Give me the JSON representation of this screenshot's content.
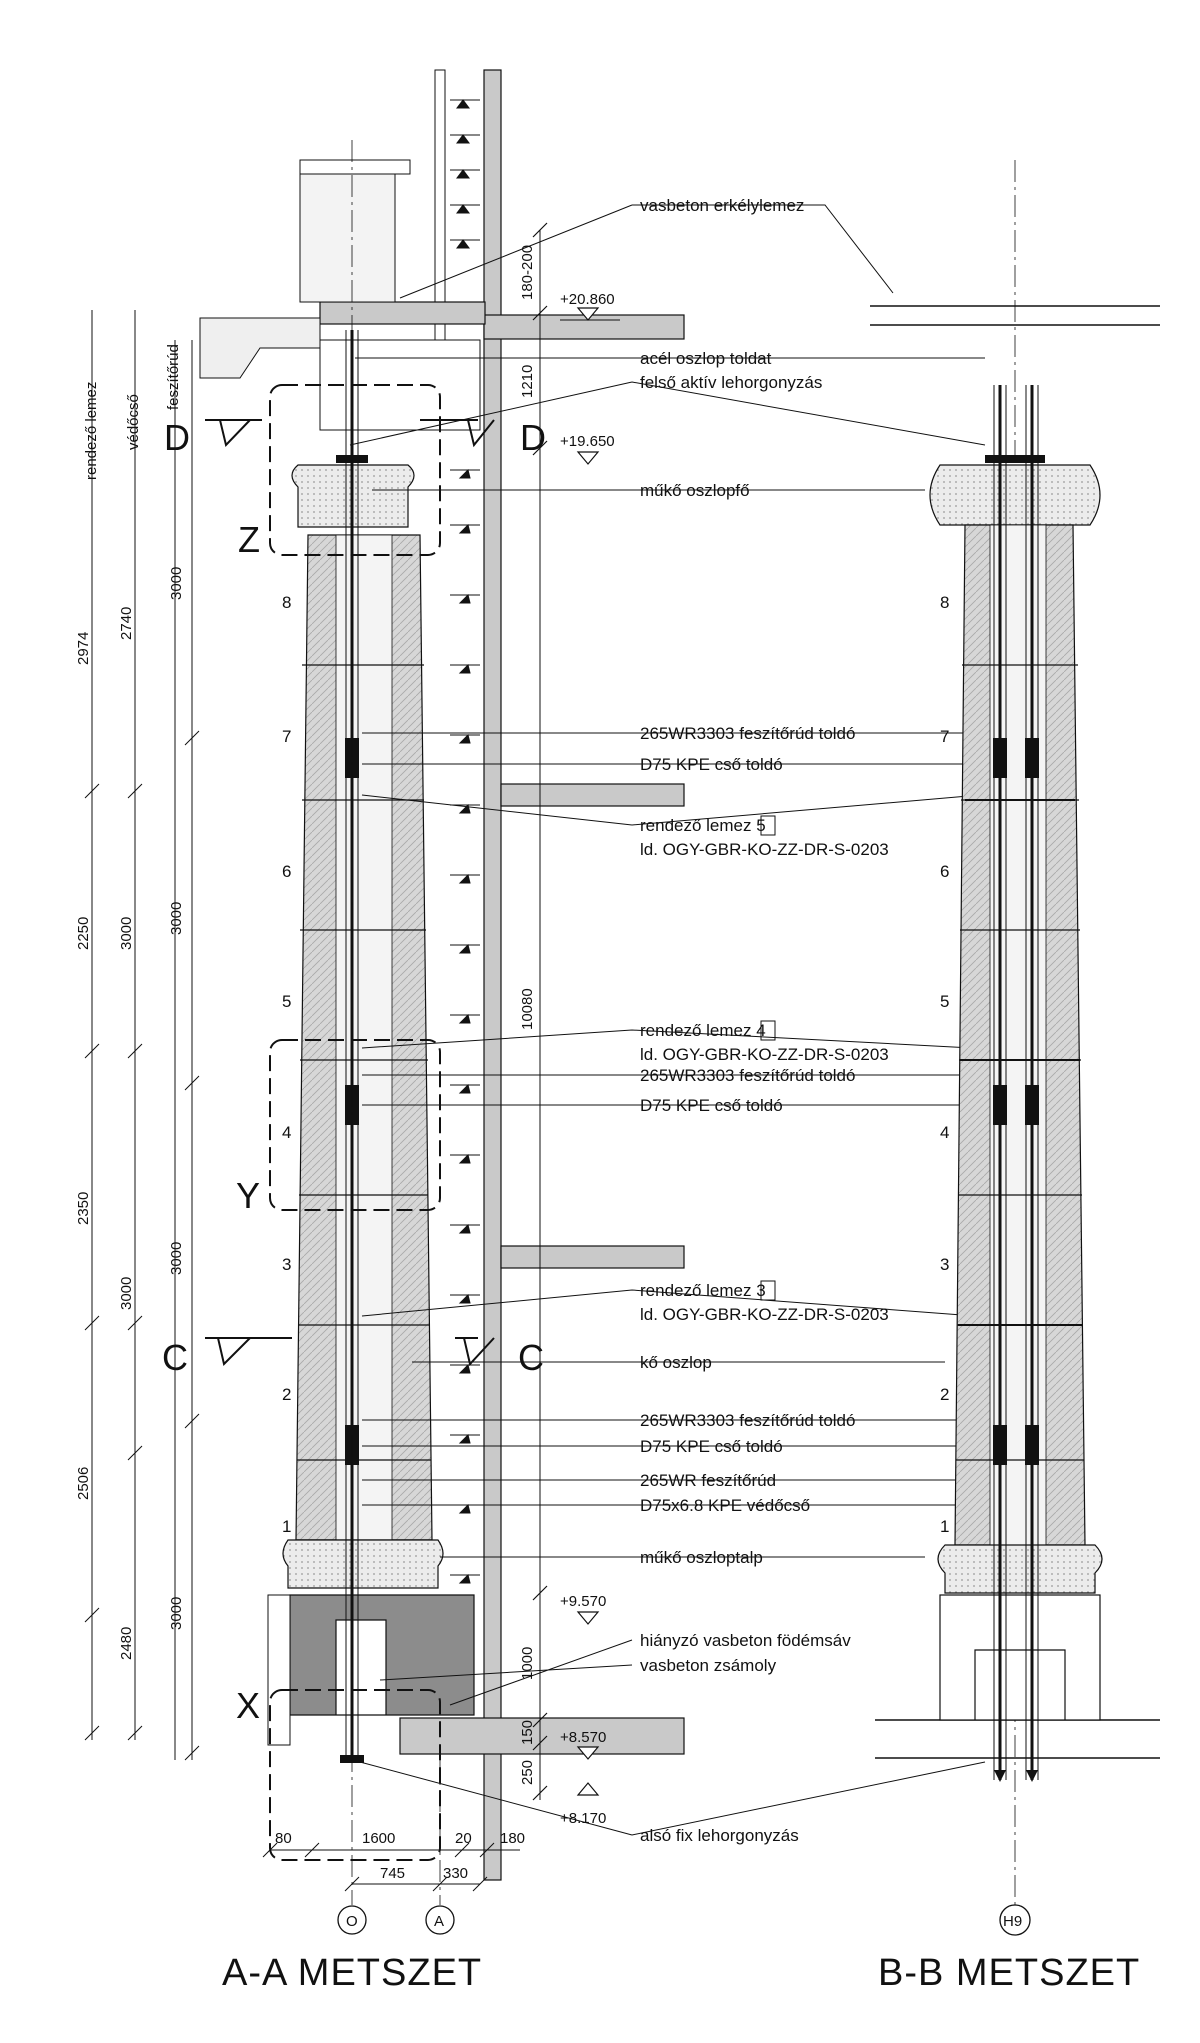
{
  "colors": {
    "line": "#111111",
    "wall": "#c9c9c9",
    "concrete": "#8c8c8c",
    "stone": "#d9d9d9"
  },
  "titles": {
    "aa": "A-A METSZET",
    "bb": "B-B METSZET"
  },
  "axes": {
    "o": "O",
    "a": "A",
    "h9": "H9"
  },
  "levels": {
    "l1": "+20.860",
    "l2": "+19.650",
    "l3": "+9.570",
    "l4": "+8.570",
    "l5": "+8.170"
  },
  "sections": {
    "d": "D",
    "c": "C"
  },
  "details": {
    "z": "Z",
    "y": "Y",
    "x": "X"
  },
  "labels": {
    "erkely": "vasbeton erkélylemez",
    "toldat": "acél oszlop toldat",
    "felso": "felső aktív lehorgonyzás",
    "oszlopfo": "műkő oszlopfő",
    "wr_toldo_1": "265WR3303 feszítőrúd toldó",
    "kpe_toldo_1": "D75 KPE cső toldó",
    "lemez5": "rendező lemez",
    "lemez5_no": "5",
    "lemez5_ref": "ld.  OGY-GBR-KO-ZZ-DR-S-0203",
    "lemez4": "rendező lemez",
    "lemez4_no": "4",
    "lemez4_ref": "ld.  OGY-GBR-KO-ZZ-DR-S-0203",
    "wr_toldo_2": "265WR3303 feszítőrúd toldó",
    "kpe_toldo_2": "D75 KPE cső toldó",
    "lemez3": "rendező lemez",
    "lemez3_no": "3",
    "lemez3_ref": "ld.  OGY-GBR-KO-ZZ-DR-S-0203",
    "ko_oszlop": "kő oszlop",
    "wr_toldo_3": "265WR3303 feszítőrúd toldó",
    "kpe_toldo_3": "D75 KPE cső toldó",
    "wr_rud": "265WR feszítőrúd",
    "kpe_vedo": "D75x6.8 KPE védőcső",
    "talp": "műkő oszloptalp",
    "hianyzo": "hiányzó vasbeton födémsáv",
    "zsamoly": "vasbeton zsámoly",
    "also": "alsó fix lehorgonyzás"
  },
  "side_labels": {
    "rendezo": "rendező lemez",
    "vedocso": "védőcső",
    "feszitorud": "feszítőrúd"
  },
  "dims_left": {
    "outer": [
      "2974",
      "2250",
      "2350",
      "2506",
      "2480"
    ],
    "middle": [
      "2740",
      "3000",
      "3000"
    ],
    "inner": [
      "3000",
      "3000",
      "3000",
      "3000"
    ]
  },
  "dims_right": {
    "d1": "180-200",
    "d2": "1210",
    "d3": "10080",
    "d4": "1000",
    "d5": "150",
    "d6": "250"
  },
  "dims_bottom": {
    "b1": "80",
    "b2": "1600",
    "b3": "20",
    "b4": "180",
    "b5": "745",
    "b6": "330"
  },
  "drums": [
    "8",
    "7",
    "6",
    "5",
    "4",
    "3",
    "2",
    "1"
  ]
}
